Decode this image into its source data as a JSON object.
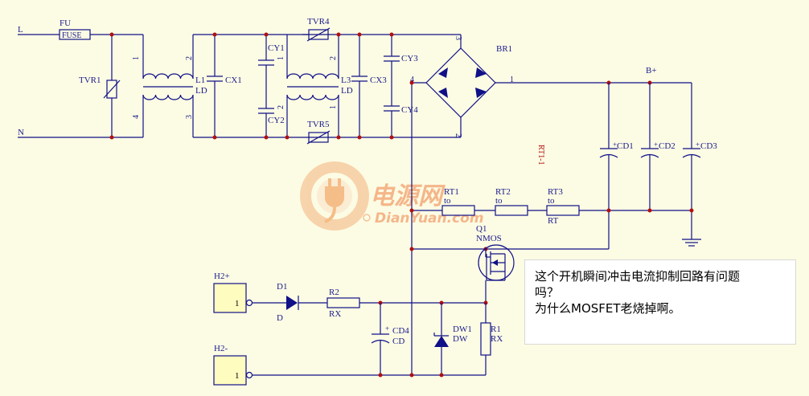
{
  "labels": {
    "L": "L",
    "N": "N",
    "FU": "FU",
    "FUSE": "FUSE",
    "TVR1": "TVR1",
    "TVR4": "TVR4",
    "TVR5": "TVR5",
    "L1": "L1",
    "LD1": "LD",
    "L3": "L3",
    "LD3": "LD",
    "CX1": "CX1",
    "CX3": "CX3",
    "CY1": "CY1",
    "CY2": "CY2",
    "CY3": "CY3",
    "CY4": "CY4",
    "BR1": "BR1",
    "Bplus": "B+",
    "CD1": "CD1",
    "CD2": "CD2",
    "CD3": "CD3",
    "RT1": "RT1",
    "RT2": "RT2",
    "RT3": "RT3",
    "to1": "to",
    "to2": "to",
    "to3": "to",
    "RT": "RT",
    "RT1_1": "RT1-1",
    "Q1": "Q1",
    "NMOS": "NMOS",
    "H2plus": "H2+",
    "H2minus": "H2-",
    "one_a": "1",
    "one_b": "1",
    "D1": "D1",
    "D": "D",
    "R2": "R2",
    "RX2": "RX",
    "CD4": "CD4",
    "CD": "CD",
    "DW1": "DW1",
    "DW": "DW",
    "R1": "R1",
    "RX1": "RX",
    "pin_1a": "1",
    "pin_2a": "2",
    "pin_4a": "4",
    "pin_3a": "3",
    "pin_1b": "1",
    "pin_2b": "2",
    "pin_1c": "1",
    "pin_2c": "2",
    "br_1": "1",
    "br_2": "2",
    "br_3": "3",
    "br_4": "4"
  },
  "watermark": {
    "cn": "电源网",
    "en": "DianYuan.com"
  },
  "note": {
    "line1": "这个开机瞬间冲击电流抑制回路有问题",
    "line2": "吗？",
    "line3": "为什么MOSFET老烧掉啊。"
  },
  "colors": {
    "background": "#fcfce4",
    "wire": "#101088",
    "junction": "#b01010",
    "header_fill": "#fffcc0",
    "watermark": "#f08a3c"
  }
}
